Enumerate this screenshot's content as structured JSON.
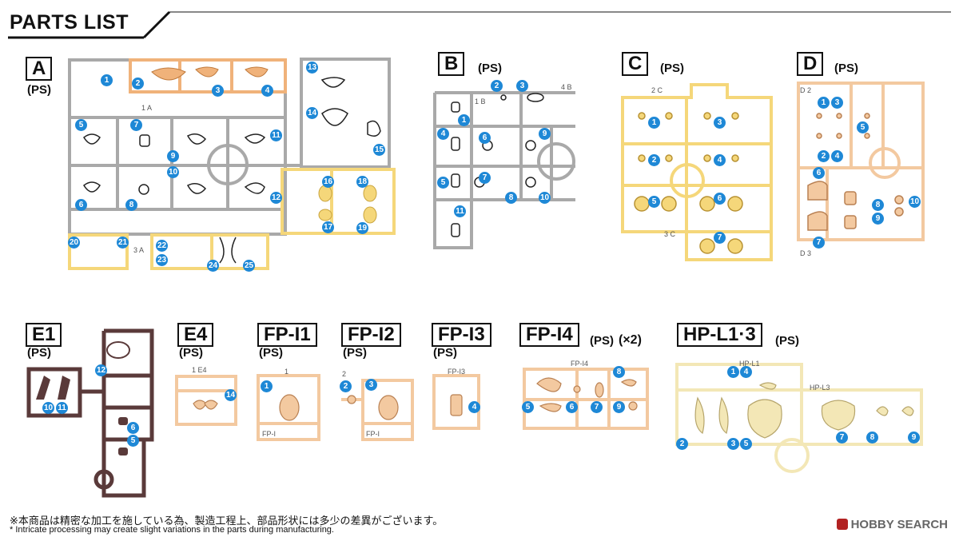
{
  "title": "PARTS LIST",
  "runners": [
    {
      "id": "A",
      "label": "A",
      "material": "(PS)",
      "numbers": [
        "1",
        "2",
        "3",
        "4",
        "5",
        "6",
        "7",
        "8",
        "9",
        "10",
        "11",
        "12",
        "13",
        "14",
        "15",
        "16",
        "17",
        "18",
        "19",
        "20",
        "21",
        "22",
        "23",
        "24",
        "25"
      ],
      "tags": [
        "1 A",
        "3 A"
      ]
    },
    {
      "id": "B",
      "label": "B",
      "material": "(PS)",
      "numbers": [
        "1",
        "2",
        "3",
        "4",
        "5",
        "6",
        "7",
        "8",
        "9",
        "10",
        "11"
      ],
      "tags": [
        "1 B",
        "4 B"
      ]
    },
    {
      "id": "C",
      "label": "C",
      "material": "(PS)",
      "numbers": [
        "1",
        "2",
        "3",
        "4",
        "5",
        "6",
        "7"
      ],
      "tags": [
        "2 C",
        "3 C"
      ]
    },
    {
      "id": "D",
      "label": "D",
      "material": "(PS)",
      "numbers": [
        "1",
        "2",
        "3",
        "4",
        "5",
        "6",
        "7",
        "8",
        "9",
        "10"
      ],
      "tags": [
        "D 2",
        "D 3"
      ]
    },
    {
      "id": "E1",
      "label": "E1",
      "material": "(PS)",
      "numbers": [
        "5",
        "6",
        "10",
        "11",
        "12"
      ],
      "tags": []
    },
    {
      "id": "E4",
      "label": "E4",
      "material": "(PS)",
      "numbers": [
        "14"
      ],
      "tags": [
        "1 E4"
      ]
    },
    {
      "id": "FP-I1",
      "label": "FP-I1",
      "material": "(PS)",
      "numbers": [
        "1"
      ],
      "tags": [
        "1",
        "FP-I"
      ]
    },
    {
      "id": "FP-I2",
      "label": "FP-I2",
      "material": "(PS)",
      "numbers": [
        "2",
        "3"
      ],
      "tags": [
        "2",
        "FP-I"
      ]
    },
    {
      "id": "FP-I3",
      "label": "FP-I3",
      "material": "(PS)",
      "numbers": [
        "4"
      ],
      "tags": [
        "FP-I3"
      ]
    },
    {
      "id": "FP-I4",
      "label": "FP-I4",
      "material": "(PS)",
      "multiplier": "(×2)",
      "numbers": [
        "5",
        "6",
        "7",
        "8",
        "9"
      ],
      "tags": [
        "FP-I4"
      ]
    },
    {
      "id": "HP-L13",
      "label": "HP-L1·3",
      "material": "(PS)",
      "numbers": [
        "1",
        "2",
        "3",
        "4",
        "5",
        "7",
        "8",
        "9"
      ],
      "tags": [
        "HP-L1",
        "HP-L3"
      ]
    }
  ],
  "colors": {
    "gray": "#a9a9a9",
    "orange": "#f0b27a",
    "yellow": "#f5d77a",
    "peach": "#f3c9a0",
    "brown": "#5a3a3a",
    "cream": "#f3e7b6",
    "badge": "#1e88d6"
  },
  "note_jp": "※本商品は精密な加工を施している為、製造工程上、部品形状には多少の差異がございます。",
  "note_en": "* Intricate processing may create slight variations in the parts during manufacturing.",
  "watermark": "HOBBY SEARCH"
}
